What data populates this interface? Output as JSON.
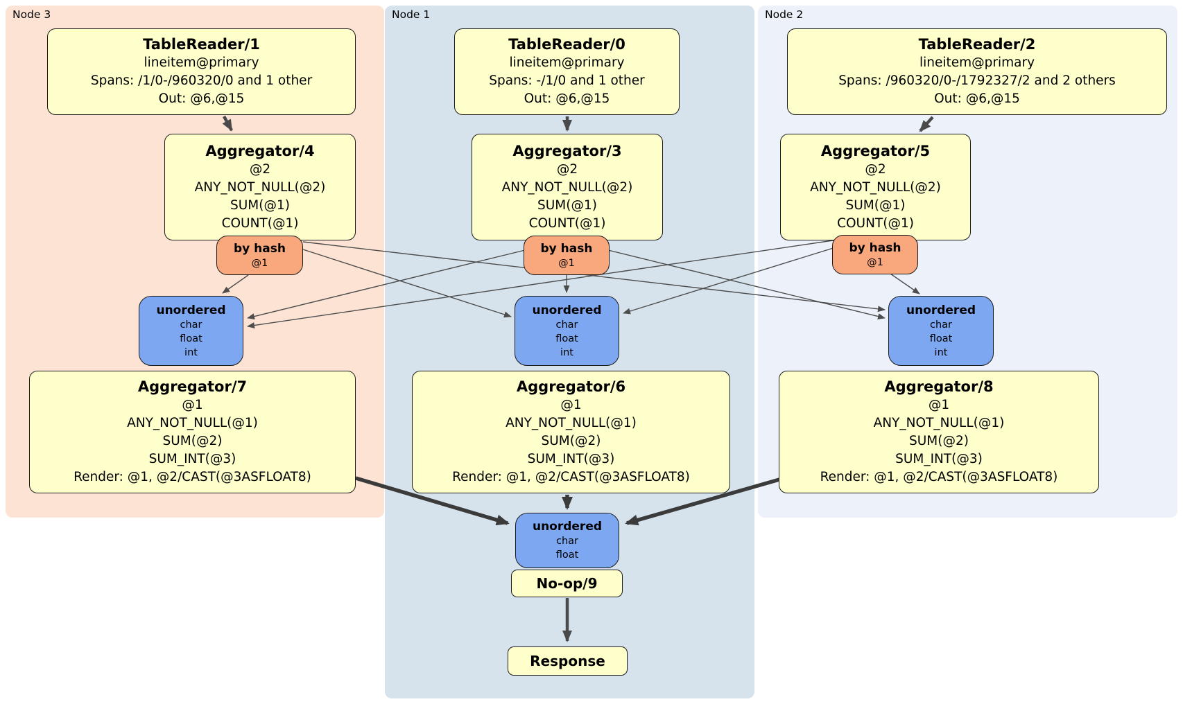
{
  "nodes": {
    "node3": {
      "label": "Node 3"
    },
    "node1": {
      "label": "Node 1"
    },
    "node2": {
      "label": "Node 2"
    }
  },
  "boxes": {
    "tr1": {
      "title": "TableReader/1",
      "lines": [
        "lineitem@primary",
        "Spans: /1/0-/960320/0 and 1 other",
        "Out: @6,@15"
      ]
    },
    "tr0": {
      "title": "TableReader/0",
      "lines": [
        "lineitem@primary",
        "Spans: -/1/0 and 1 other",
        "Out: @6,@15"
      ]
    },
    "tr2": {
      "title": "TableReader/2",
      "lines": [
        "lineitem@primary",
        "Spans: /960320/0-/1792327/2 and 2 others",
        "Out: @6,@15"
      ]
    },
    "agg4": {
      "title": "Aggregator/4",
      "lines": [
        "@2",
        "ANY_NOT_NULL(@2)",
        "SUM(@1)",
        "COUNT(@1)"
      ]
    },
    "agg3": {
      "title": "Aggregator/3",
      "lines": [
        "@2",
        "ANY_NOT_NULL(@2)",
        "SUM(@1)",
        "COUNT(@1)"
      ]
    },
    "agg5": {
      "title": "Aggregator/5",
      "lines": [
        "@2",
        "ANY_NOT_NULL(@2)",
        "SUM(@1)",
        "COUNT(@1)"
      ]
    },
    "hash_l": {
      "title": "by hash",
      "sub": "@1"
    },
    "hash_c": {
      "title": "by hash",
      "sub": "@1"
    },
    "hash_r": {
      "title": "by hash",
      "sub": "@1"
    },
    "un_l": {
      "title": "unordered",
      "lines": [
        "char",
        "float",
        "int"
      ]
    },
    "un_c": {
      "title": "unordered",
      "lines": [
        "char",
        "float",
        "int"
      ]
    },
    "un_r": {
      "title": "unordered",
      "lines": [
        "char",
        "float",
        "int"
      ]
    },
    "agg7": {
      "title": "Aggregator/7",
      "lines": [
        "@1",
        "ANY_NOT_NULL(@1)",
        "SUM(@2)",
        "SUM_INT(@3)",
        "Render: @1, @2/CAST(@3ASFLOAT8)"
      ]
    },
    "agg6": {
      "title": "Aggregator/6",
      "lines": [
        "@1",
        "ANY_NOT_NULL(@1)",
        "SUM(@2)",
        "SUM_INT(@3)",
        "Render: @1, @2/CAST(@3ASFLOAT8)"
      ]
    },
    "agg8": {
      "title": "Aggregator/8",
      "lines": [
        "@1",
        "ANY_NOT_NULL(@1)",
        "SUM(@2)",
        "SUM_INT(@3)",
        "Render: @1, @2/CAST(@3ASFLOAT8)"
      ]
    },
    "un2": {
      "title": "unordered",
      "lines": [
        "char",
        "float"
      ]
    },
    "noop": {
      "title": "No-op/9"
    },
    "response": {
      "title": "Response"
    }
  },
  "colors": {
    "node3_bg": "#fce3d3",
    "node1_bg": "#d6e3ec",
    "node2_bg": "#edf1fa",
    "processor_fill": "#ffffcc",
    "router_fill": "#f9a87e",
    "sync_fill": "#7da7f1",
    "box_border": "#1a1a1a",
    "edge": "#4d4d4d"
  }
}
